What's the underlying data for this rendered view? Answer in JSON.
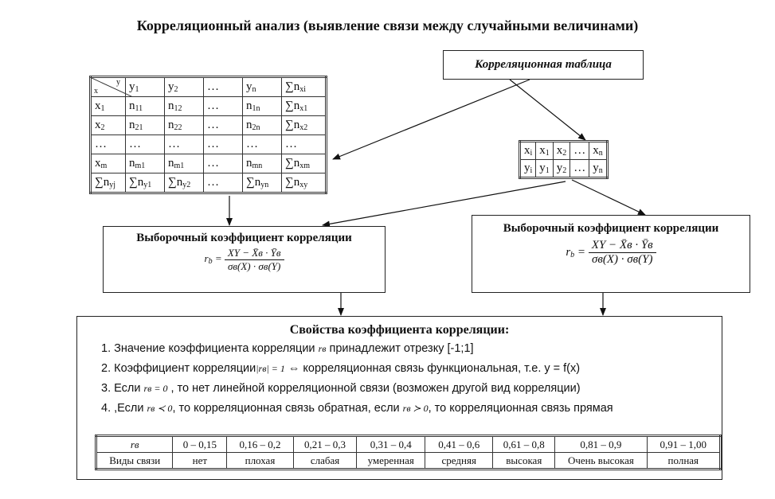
{
  "title": "Корреляционный анализ (выявление связи между случайными величинами)",
  "corr_table_label": "Корреляционная таблица",
  "big_table": {
    "corner_x": "x",
    "corner_y": "y",
    "header": [
      "y1",
      "y2",
      "…",
      "yn",
      "∑nxi"
    ],
    "rows": [
      [
        "x1",
        "n11",
        "n12",
        "…",
        "n1n",
        "∑nx1"
      ],
      [
        "x2",
        "n21",
        "n22",
        "…",
        "n2n",
        "∑nx2"
      ],
      [
        "…",
        "…",
        "…",
        "…",
        "…",
        "…"
      ],
      [
        "xm",
        "nm1",
        "nm1",
        "…",
        "nmn",
        "∑nxm"
      ],
      [
        "∑nyj",
        "∑ny1",
        "∑ny2",
        "…",
        "∑nyn",
        "∑nxy"
      ]
    ]
  },
  "small_table": {
    "row1": [
      "xi",
      "x1",
      "x2",
      "…",
      "xn"
    ],
    "row2": [
      "yi",
      "y1",
      "y2",
      "…",
      "yn"
    ]
  },
  "coef_left": {
    "title": "Выборочный коэффициент корреляции",
    "lhs": "r",
    "lhs_sub": "b",
    "numerator": "XY − X̄в · Ȳв",
    "denominator": "σв(X) · σв(Y)"
  },
  "coef_right": {
    "title": "Выборочный коэффициент корреляции",
    "lhs": "r",
    "lhs_sub": "b",
    "numerator": "XY − X̄в · Ȳв",
    "denominator": "σв(X) · σв(Y)"
  },
  "properties": {
    "title": "Свойства коэффициента корреляции:",
    "items": [
      {
        "prefix": "1.  Значение коэффициента  корреляции ",
        "math": "rв",
        "suffix": " принадлежит отрезку [-1;1]"
      },
      {
        "prefix": "2.   Коэффициент  корреляции",
        "math": "|rв| = 1",
        "suffix": " ⇔ корреляционная  связь функциональная, т.е. y = f(x)"
      },
      {
        "prefix": "3.  Если ",
        "math": "rв = 0",
        "suffix": " , то нет линейной корреляционной связи (возможен другой вид корреляции)"
      },
      {
        "prefix": "4.  ,Если  ",
        "math": "rв ≺ 0",
        "suffix": ", то корреляционная  связь обратная, если ",
        "math2": "rв ≻ 0",
        "suffix2": ", то  корреляционная связь прямая"
      }
    ]
  },
  "scale": {
    "header": [
      "rв",
      "0 – 0,15",
      "0,16 – 0,2",
      "0,21 – 0,3",
      "0,31 – 0,4",
      "0,41 – 0,6",
      "0,61 – 0,8",
      "0,81 – 0,9",
      "0,91 – 1,00"
    ],
    "labels": [
      "Виды связи",
      "нет",
      "плохая",
      "слабая",
      "умеренная",
      "средняя",
      "высокая",
      "Очень высокая",
      "полная"
    ]
  }
}
